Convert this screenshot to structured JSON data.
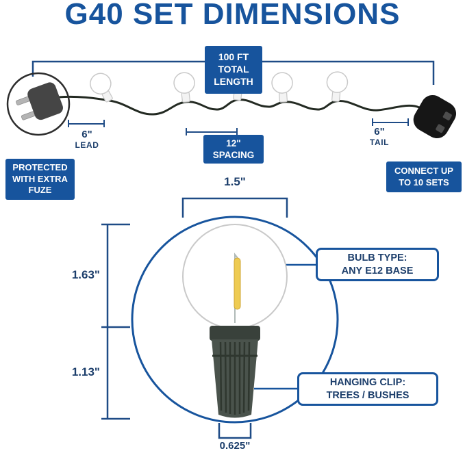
{
  "title": "G40 SET DIMENSIONS",
  "colors": {
    "blue": "#17549d",
    "navy": "#1c3e6b",
    "line": "#1e4b86"
  },
  "string_diagram": {
    "total_length_box": {
      "line1": "100 FT",
      "line2": "TOTAL",
      "line3": "LENGTH"
    },
    "lead": {
      "value": "6\"",
      "label": "LEAD"
    },
    "spacing_box": {
      "line1": "12\"",
      "line2": "SPACING"
    },
    "tail": {
      "value": "6\"",
      "label": "TAIL"
    },
    "fuze_box": {
      "line1": "PROTECTED",
      "line2": "WITH EXTRA",
      "line3": "FUZE"
    },
    "connect_box": {
      "line1": "CONNECT UP",
      "line2": "TO 10 SETS"
    }
  },
  "bulb_diagram": {
    "glass_width": "1.5\"",
    "glass_height": "1.63\"",
    "base_height": "1.13\"",
    "base_width": "0.625\"",
    "bulb_type_box": {
      "line1": "BULB TYPE:",
      "line2_bold": "ANY",
      "line2_rest": " E12 BASE"
    },
    "hanging_clip_box": {
      "line1": "HANGING CLIP:",
      "line2": "TREES / BUSHES"
    }
  }
}
